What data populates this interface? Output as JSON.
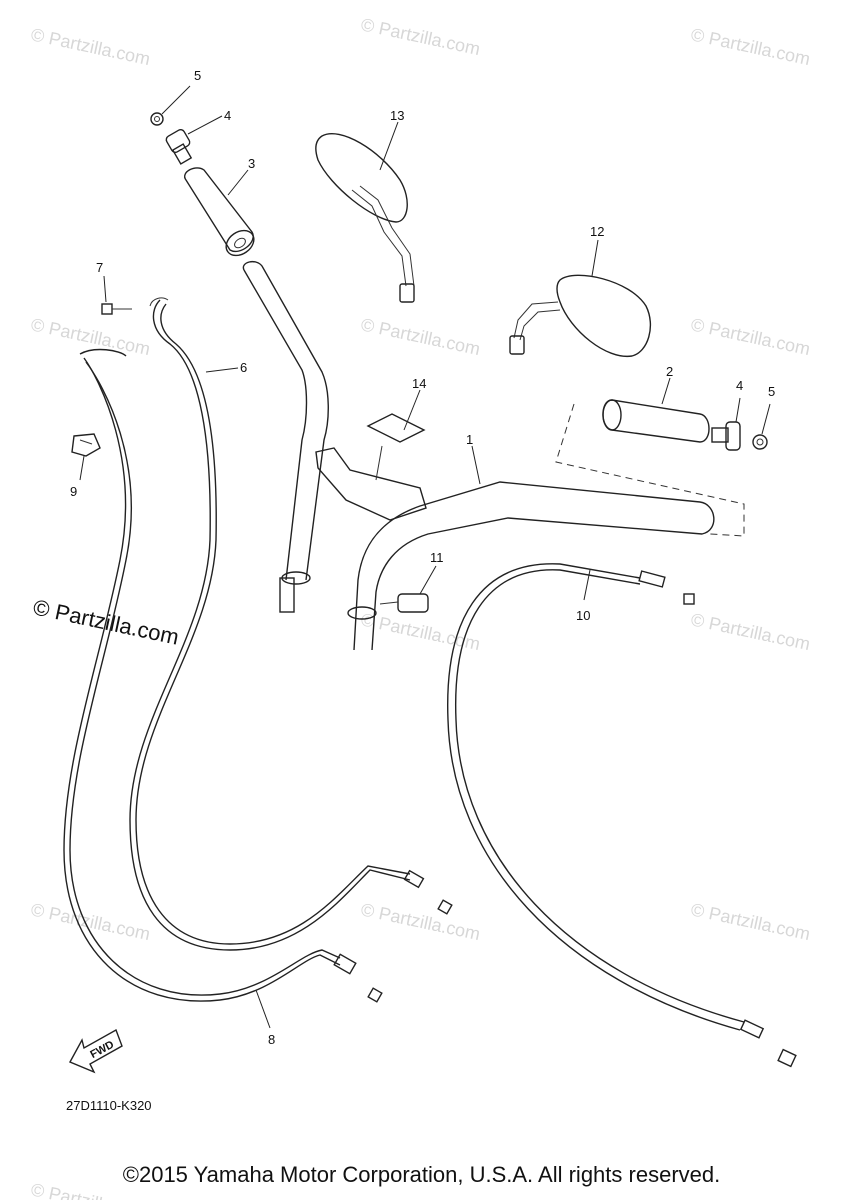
{
  "watermark_text": "© Partzilla.com",
  "main_watermark": "© Partzilla.com",
  "diagram_code": "27D1110-K320",
  "fwd_label": "FWD",
  "copyright": "©2015 Yamaha Motor Corporation, U.S.A. All rights reserved.",
  "callouts": [
    {
      "id": "label-5a",
      "text": "5"
    },
    {
      "id": "label-4a",
      "text": "4"
    },
    {
      "id": "label-3",
      "text": "3"
    },
    {
      "id": "label-13",
      "text": "13"
    },
    {
      "id": "label-12",
      "text": "12"
    },
    {
      "id": "label-7",
      "text": "7"
    },
    {
      "id": "label-6",
      "text": "6"
    },
    {
      "id": "label-9",
      "text": "9"
    },
    {
      "id": "label-14",
      "text": "14"
    },
    {
      "id": "label-2",
      "text": "2"
    },
    {
      "id": "label-4b",
      "text": "4"
    },
    {
      "id": "label-5b",
      "text": "5"
    },
    {
      "id": "label-1",
      "text": "1"
    },
    {
      "id": "label-11",
      "text": "11"
    },
    {
      "id": "label-10",
      "text": "10"
    },
    {
      "id": "label-8",
      "text": "8"
    }
  ]
}
